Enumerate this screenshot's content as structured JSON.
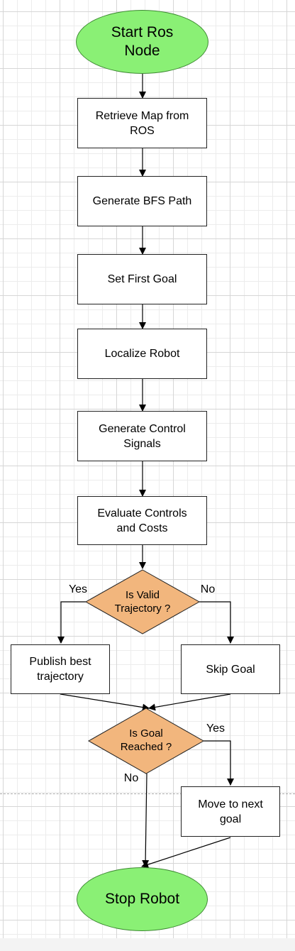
{
  "nodes": {
    "start": "Start Ros Node",
    "retrieve_map": "Retrieve Map from ROS",
    "bfs_path": "Generate BFS Path",
    "first_goal": "Set First Goal",
    "localize": "Localize Robot",
    "control_signals": "Generate Control Signals",
    "evaluate": "Evaluate Controls and Costs",
    "valid_decision": "Is Valid Trajectory ?",
    "publish": "Publish best trajectory",
    "skip_goal": "Skip Goal",
    "goal_decision": "Is Goal Reached ?",
    "next_goal": "Move to next goal",
    "stop": "Stop Robot"
  },
  "edge_labels": {
    "valid_yes": "Yes",
    "valid_no": "No",
    "goal_yes": "Yes",
    "goal_no": "No"
  },
  "colors": {
    "terminal_fill": "#8af075",
    "decision_fill": "#f2b67d",
    "process_fill": "#ffffff"
  }
}
